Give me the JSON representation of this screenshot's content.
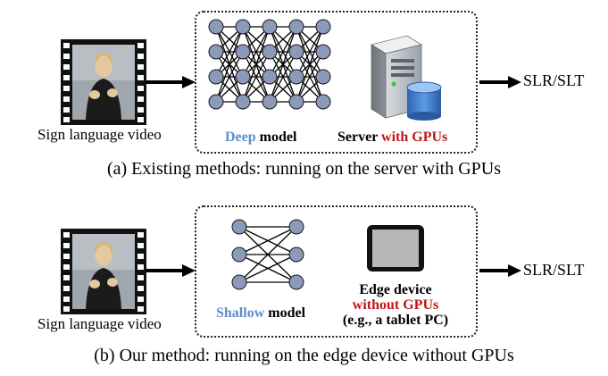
{
  "colors": {
    "blue": "#5b8fc9",
    "red": "#c0161a",
    "node": "#8a9ab8"
  },
  "panel_a": {
    "video_label": "Sign language video",
    "model_emph": "Deep",
    "model_rest": " model",
    "server_prefix": "Server ",
    "server_emph": "with GPUs",
    "output": "SLR/SLT",
    "caption": "(a) Existing methods: running on the server with GPUs"
  },
  "panel_b": {
    "video_label": "Sign language video",
    "model_emph": "Shallow",
    "model_rest": " model",
    "device_line1": "Edge device",
    "device_line2": "without GPUs",
    "device_line3": "(e.g., a tablet PC)",
    "output": "SLR/SLT",
    "caption": "(b) Our method: running on the edge device without GPUs"
  },
  "icons": [
    "film-video-icon",
    "neural-network-icon",
    "server-database-icon",
    "tablet-icon",
    "arrow-icon"
  ]
}
